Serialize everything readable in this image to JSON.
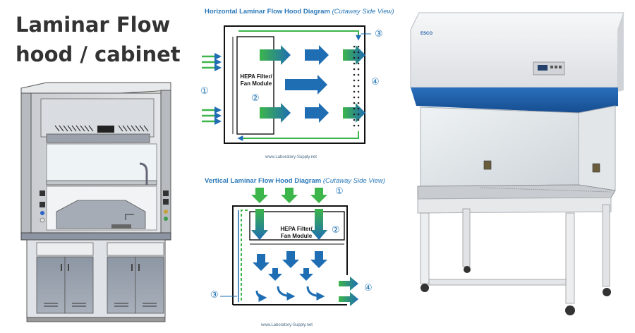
{
  "heading": {
    "line1": "Laminar Flow",
    "line2": "hood / cabinet"
  },
  "horizontal_diagram": {
    "title": "Horizontal Laminar Flow Hood Diagram",
    "subtitle": "(Cutaway Side View)",
    "filter_label_1": "HEPA Filter/",
    "filter_label_2": "Fan Module",
    "callout_1": "①",
    "callout_2": "②",
    "callout_3": "③",
    "callout_4": "④",
    "credit": "www.Laboratory-Supply.net"
  },
  "vertical_diagram": {
    "title": "Vertical Laminar Flow Hood Diagram",
    "subtitle": "(Cutaway Side View)",
    "filter_label_1": "HEPA Filter/",
    "filter_label_2": "Fan Module",
    "callout_1": "①",
    "callout_2": "②",
    "callout_3": "③",
    "callout_4": "④",
    "credit": "www.Laboratory-Supply.net"
  },
  "product_photo": {
    "brand_logo": "ESCO"
  },
  "colors": {
    "heading": "#333333",
    "diagram_blue": "#1b6fb0",
    "green": "#3fb54a",
    "cabinet_blue": "#1f5fa8"
  }
}
